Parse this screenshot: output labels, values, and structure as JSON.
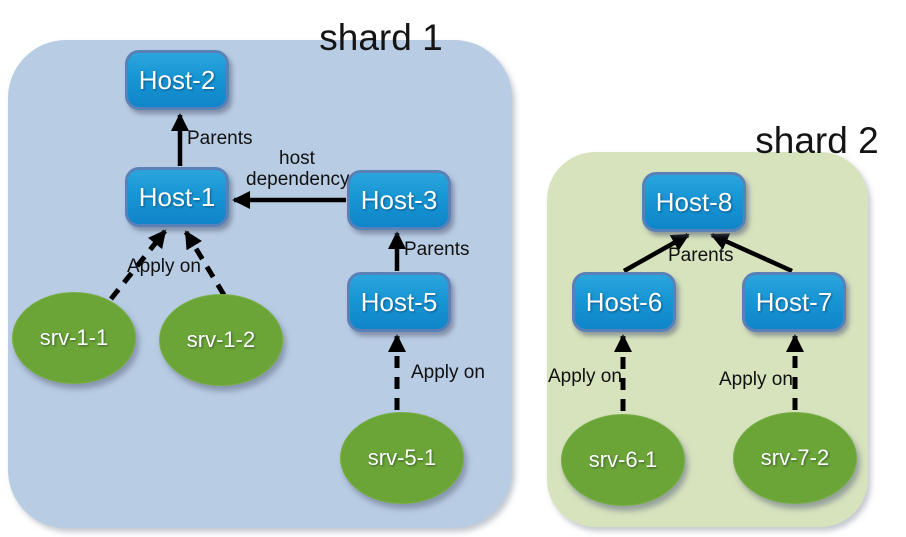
{
  "shards": [
    {
      "id": "shard-1",
      "title": "shard 1",
      "bg_color": "#B8CCE4"
    },
    {
      "id": "shard-2",
      "title": "shard 2",
      "bg_color": "#D7E3BD"
    }
  ],
  "nodes": {
    "host1": {
      "label": "Host-1",
      "type": "host",
      "shard": "shard 1"
    },
    "host2": {
      "label": "Host-2",
      "type": "host",
      "shard": "shard 1"
    },
    "host3": {
      "label": "Host-3",
      "type": "host",
      "shard": "shard 1"
    },
    "host5": {
      "label": "Host-5",
      "type": "host",
      "shard": "shard 1"
    },
    "host6": {
      "label": "Host-6",
      "type": "host",
      "shard": "shard 2"
    },
    "host7": {
      "label": "Host-7",
      "type": "host",
      "shard": "shard 2"
    },
    "host8": {
      "label": "Host-8",
      "type": "host",
      "shard": "shard 2"
    },
    "srv11": {
      "label": "srv-1-1",
      "type": "service",
      "shard": "shard 1"
    },
    "srv12": {
      "label": "srv-1-2",
      "type": "service",
      "shard": "shard 1"
    },
    "srv51": {
      "label": "srv-5-1",
      "type": "service",
      "shard": "shard 1"
    },
    "srv61": {
      "label": "srv-6-1",
      "type": "service",
      "shard": "shard 2"
    },
    "srv72": {
      "label": "srv-7-2",
      "type": "service",
      "shard": "shard 2"
    }
  },
  "edges": {
    "h1_h2": {
      "from": "Host-1",
      "to": "Host-2",
      "label": "Parents",
      "style": "solid"
    },
    "h3_h1": {
      "from": "Host-3",
      "to": "Host-1",
      "label": "host\ndependency",
      "style": "solid"
    },
    "h5_h3": {
      "from": "Host-5",
      "to": "Host-3",
      "label": "Parents",
      "style": "solid"
    },
    "srv11_h1": {
      "from": "srv-1-1",
      "to": "Host-1",
      "label": "Apply on",
      "style": "dashed"
    },
    "srv12_h1": {
      "from": "srv-1-2",
      "to": "Host-1",
      "label": "",
      "style": "dashed"
    },
    "srv51_h5": {
      "from": "srv-5-1",
      "to": "Host-5",
      "label": "Apply on",
      "style": "dashed"
    },
    "h6_h8": {
      "from": "Host-6",
      "to": "Host-8",
      "label": "Parents",
      "style": "solid"
    },
    "h7_h8": {
      "from": "Host-7",
      "to": "Host-8",
      "label": "",
      "style": "solid"
    },
    "srv61_h6": {
      "from": "srv-6-1",
      "to": "Host-6",
      "label": "Apply on",
      "style": "dashed"
    },
    "srv72_h7": {
      "from": "srv-7-2",
      "to": "Host-7",
      "label": "Apply on",
      "style": "dashed"
    }
  },
  "colors": {
    "page_bg": "#FFFFFF",
    "shard1_bg": "#B8CCE4",
    "shard2_bg": "#D7E3BD",
    "host_fill": "#1796D4",
    "host_border": "#5981B8",
    "service_fill": "#6BA437",
    "arrow": "#000000",
    "shape_text": "#FFFFFF",
    "label_text": "#111111"
  }
}
